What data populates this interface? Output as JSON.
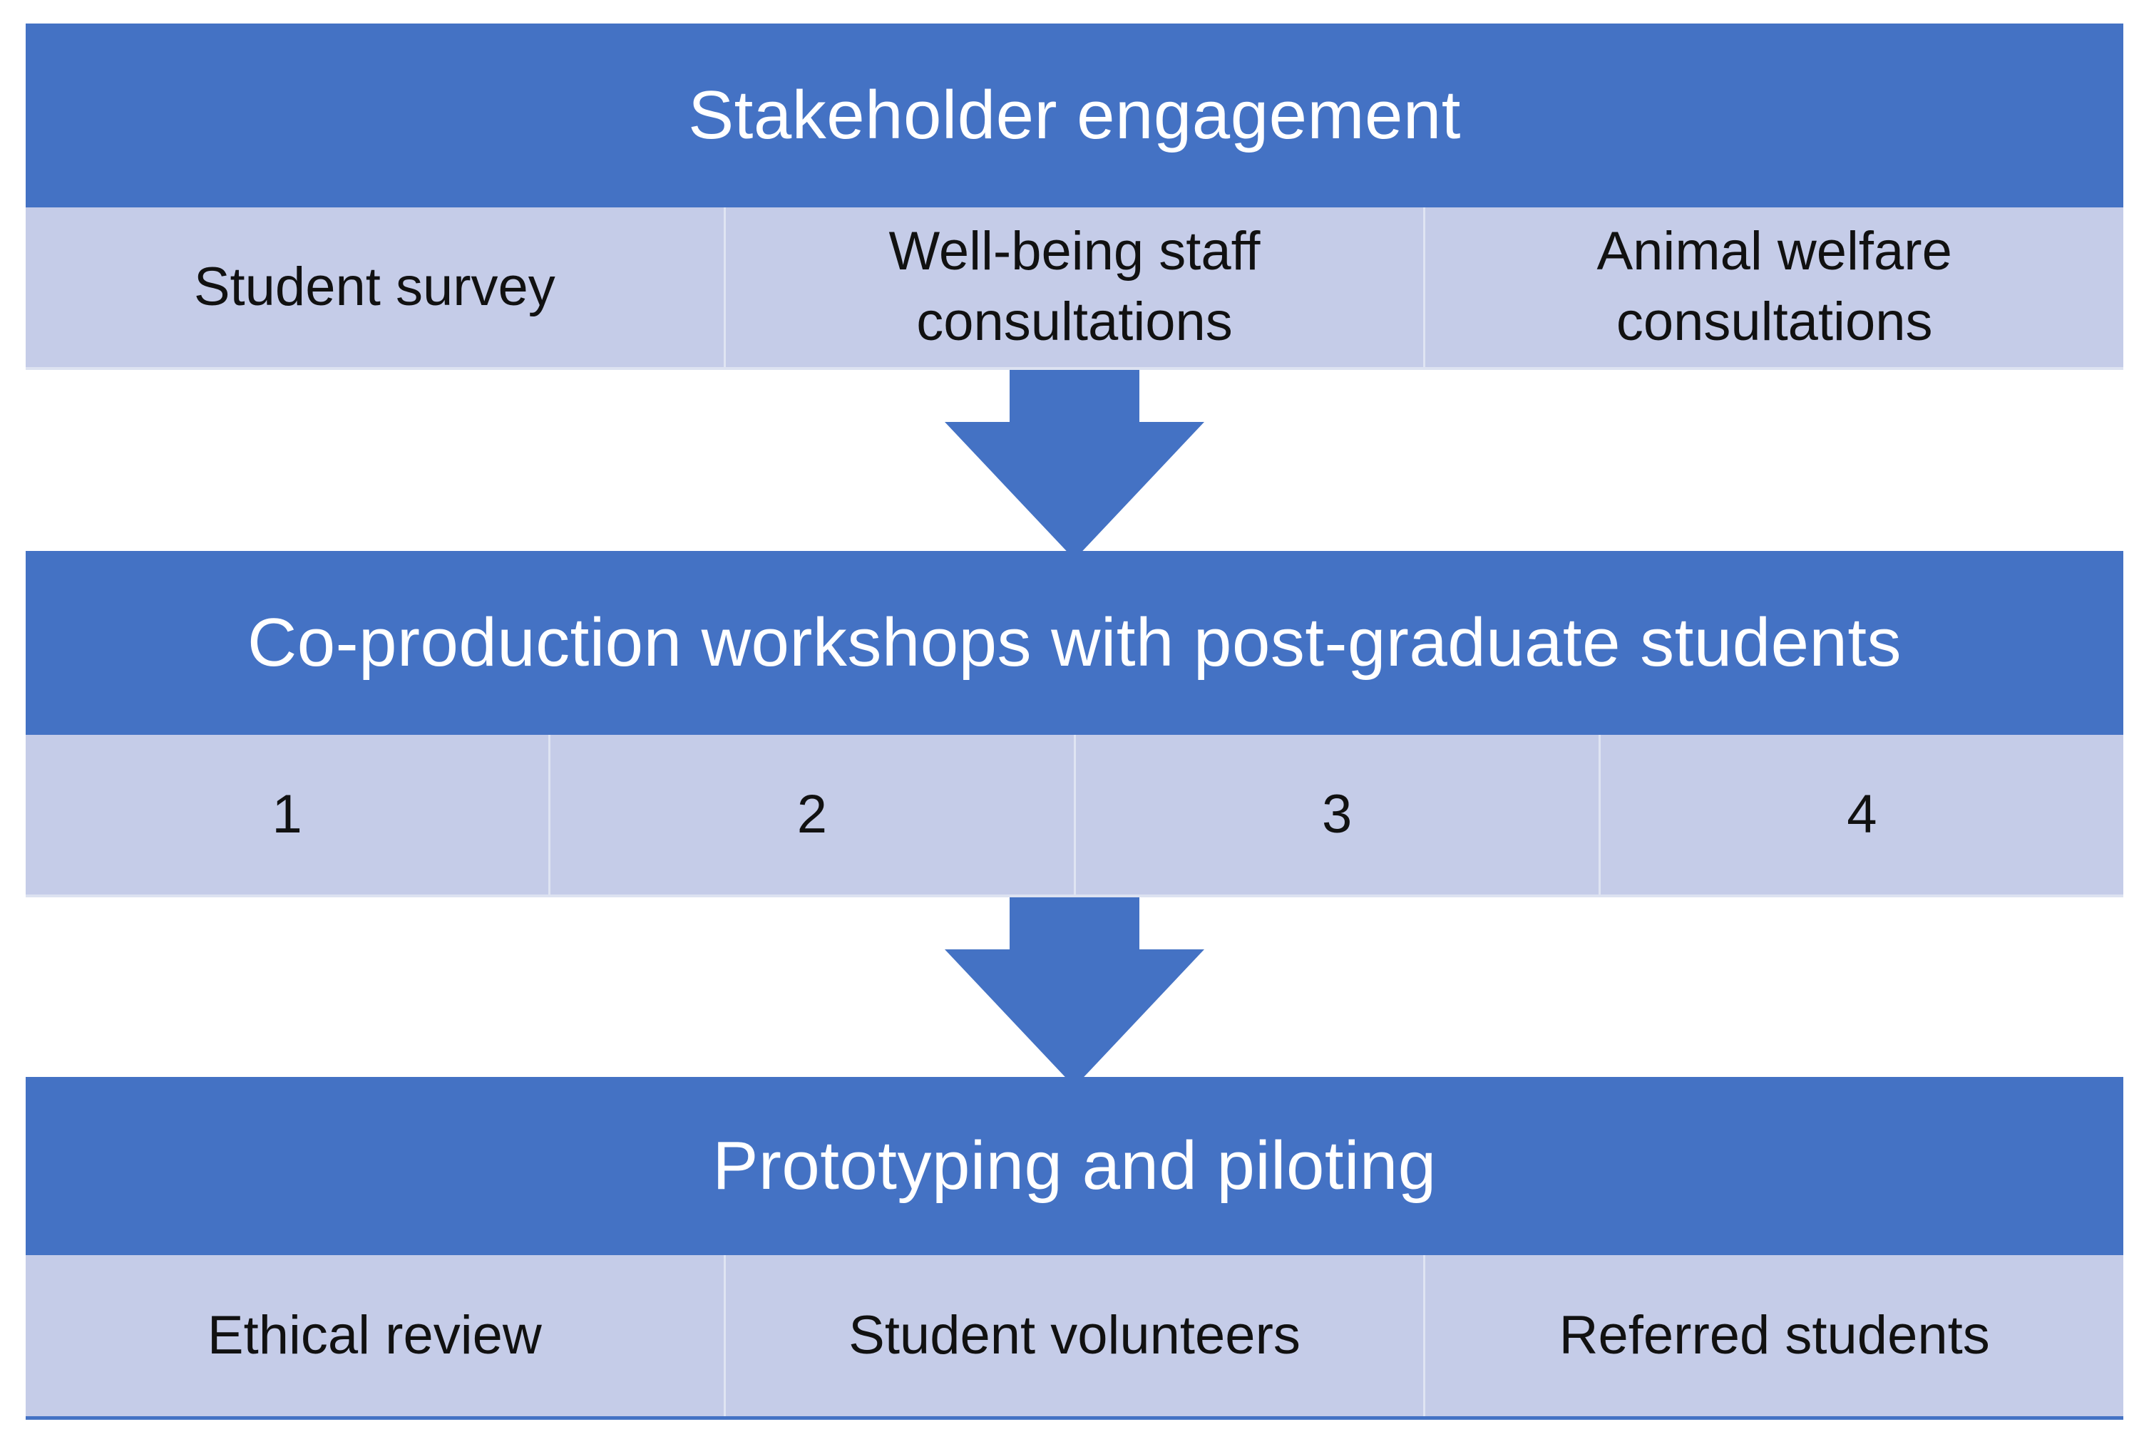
{
  "stages": [
    {
      "title": "Stakeholder engagement",
      "items": [
        "Student survey",
        "Well-being staff\nconsultations",
        "Animal welfare\nconsultations"
      ]
    },
    {
      "title": "Co-production workshops with post-graduate students",
      "items": [
        "1",
        "2",
        "3",
        "4"
      ]
    },
    {
      "title": "Prototyping and piloting",
      "items": [
        "Ethical review",
        "Student volunteers",
        "Referred students"
      ]
    }
  ],
  "colors": {
    "header_fill": "#4472c4",
    "row_fill": "#c5cce8",
    "arrow_fill": "#4472c4"
  }
}
